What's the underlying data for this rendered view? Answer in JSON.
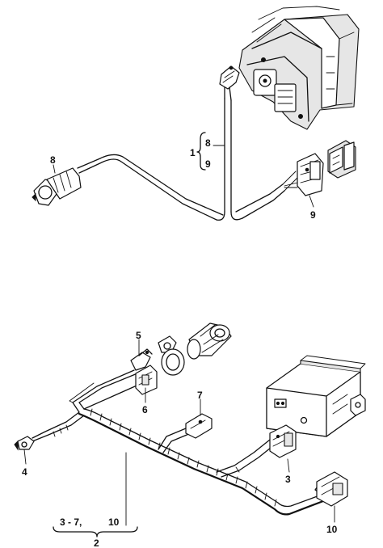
{
  "callouts": {
    "c1": "1",
    "c2": "2",
    "c3": "3",
    "c4": "4",
    "c5": "5",
    "c6": "6",
    "c7": "7",
    "c8": "8",
    "c8_brace": "8",
    "c9": "9",
    "c9_brace": "9",
    "c10": "10",
    "c10_brace": "10",
    "c3_7": "3 - 7,"
  }
}
